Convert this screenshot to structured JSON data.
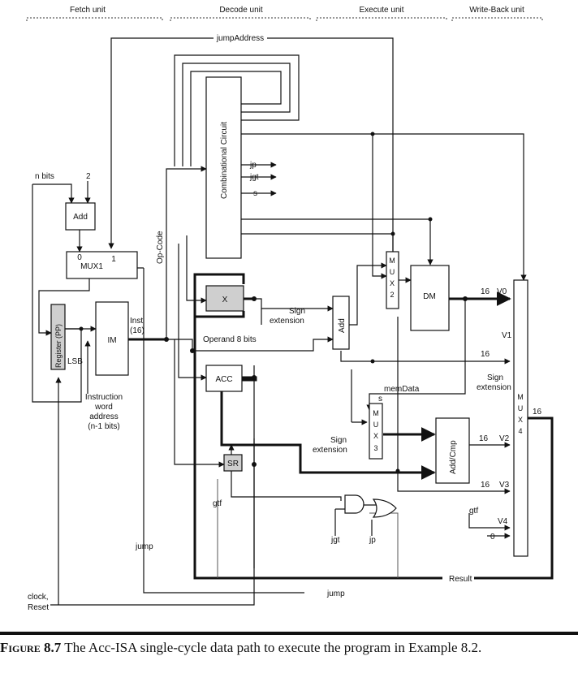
{
  "units": {
    "fetch": "Fetch unit",
    "decode": "Decode unit",
    "execute": "Execute unit",
    "writeback": "Write-Back unit"
  },
  "blocks": {
    "add_pc": "Add",
    "mux1": "MUX1",
    "mux1_in0": "0",
    "mux1_in1": "1",
    "pp": "Register (PP)",
    "im": "IM",
    "comb": "Combinational Circuit",
    "x": "X",
    "acc": "ACC",
    "sr": "SR",
    "add_addr": "Add",
    "dm": "DM",
    "addcmp": "Add/Cmp",
    "mux2": [
      "M",
      "U",
      "X",
      "2"
    ],
    "mux3": [
      "M",
      "U",
      "X",
      "3"
    ],
    "mux4": [
      "M",
      "U",
      "X",
      "4"
    ]
  },
  "labels": {
    "nbits": "n bits",
    "two": "2",
    "jumpAddress": "jumpAddress",
    "jp_out": "jp",
    "jgt_out": "jgt",
    "s_out": "s",
    "opcode": "Op-Code",
    "inst": "Inst",
    "inst16": "(16)",
    "operand": "Operand 8 bits",
    "lsb": "LSB",
    "instr_addr": [
      "Instruction",
      "word",
      "address",
      "(n-1 bits)"
    ],
    "sign1": "Sign",
    "ext1": "extension",
    "sign2": "Sign",
    "ext2": "extension",
    "sign3": "Sign",
    "ext3": "extension",
    "memData": "memData",
    "s_mux3": "s",
    "gtf1": "gtf",
    "gtf2": "gtf",
    "jgt_in": "jgt",
    "jp_in": "jp",
    "jump1": "jump",
    "jump2": "jump",
    "clock": "clock,",
    "reset": "Reset",
    "result": "Result",
    "w16a": "16",
    "v0": "V0",
    "v1": "V1",
    "w16b": "16",
    "w16c": "16",
    "v2": "V2",
    "w16d": "16",
    "v3": "V3",
    "v4": "V4",
    "zero": "0",
    "w16out": "16"
  },
  "caption": {
    "figure": "Figure 8.7",
    "text": "The Acc-ISA single-cycle data path to execute the program in Example 8.2."
  }
}
